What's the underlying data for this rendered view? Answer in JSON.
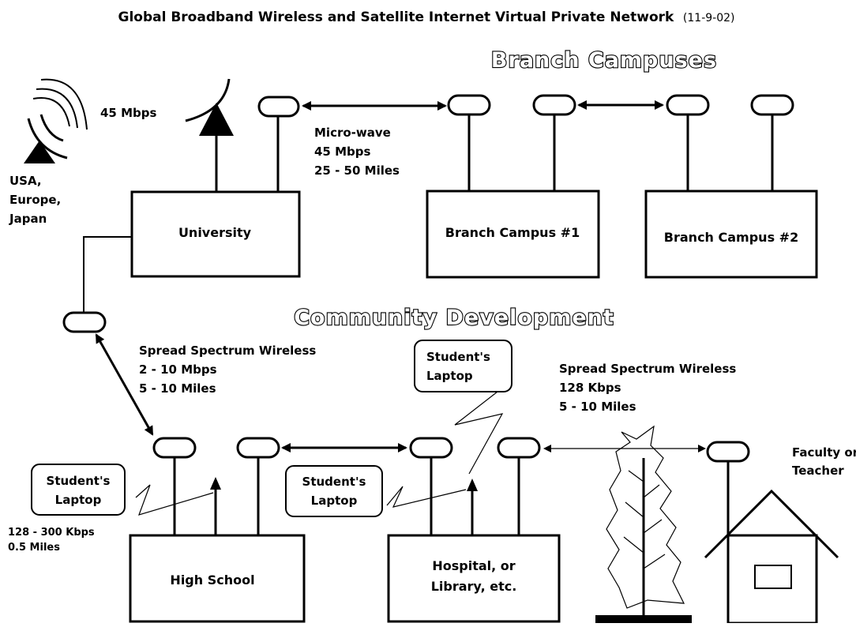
{
  "title": {
    "main": "Global Broadband Wireless and Satellite Internet Virtual Private Network",
    "date": "(11-9-02)"
  },
  "sections": {
    "branch": "Branch Campuses",
    "community": "Community Development"
  },
  "satellite": {
    "speed": "45 Mbps",
    "regions": [
      "USA,",
      "Europe,",
      "Japan"
    ]
  },
  "nodes": {
    "university": "University",
    "branch1": "Branch Campus #1",
    "branch2": "Branch Campus #2",
    "high_school": "High School",
    "hospital": [
      "Hospital, or",
      "Library, etc."
    ],
    "house": [
      "Faculty or",
      "Teacher"
    ]
  },
  "links": {
    "microwave": [
      "Micro-wave",
      "45 Mbps",
      "25 - 50 Miles"
    ],
    "spread_spectrum_1": [
      "Spread Spectrum Wireless",
      "2 - 10 Mbps",
      "5 - 10 Miles"
    ],
    "spread_spectrum_2": [
      "Spread Spectrum Wireless",
      "128 Kbps",
      "5 - 10 Miles"
    ],
    "local": [
      "128 - 300 Kbps",
      "0.5 Miles"
    ]
  },
  "laptops": {
    "label": [
      "Student's",
      "Laptop"
    ]
  }
}
